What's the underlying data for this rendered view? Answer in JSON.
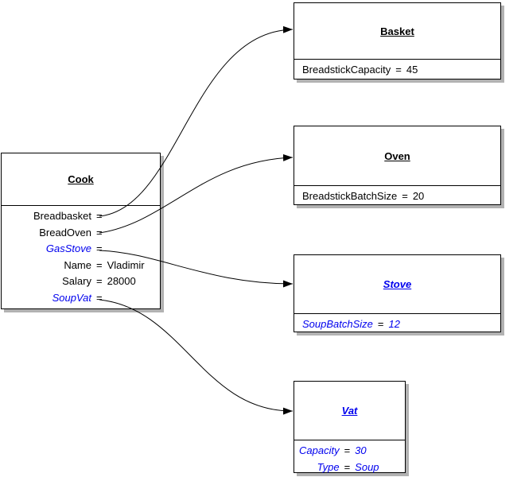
{
  "eq": "=",
  "colors": {
    "reference_blue": "#0000ee",
    "text_black": "#000000",
    "node_background": "#ffffff",
    "node_border": "#000000",
    "shadow_gray": "#b2b2b2",
    "arrow_black": "#000000"
  },
  "nodes": [
    {
      "id": "cook",
      "title": "Cook",
      "ref": false,
      "attributes": [
        {
          "name": "Breadbasket",
          "value": "",
          "ref": false
        },
        {
          "name": "BreadOven",
          "value": "",
          "ref": false
        },
        {
          "name": "GasStove",
          "value": "",
          "ref": true
        },
        {
          "name": "Name",
          "value": "Vladimir",
          "ref": false
        },
        {
          "name": "Salary",
          "value": "28000",
          "ref": false
        },
        {
          "name": "SoupVat",
          "value": "",
          "ref": true
        }
      ]
    },
    {
      "id": "basket",
      "title": "Basket",
      "ref": false,
      "attributes": [
        {
          "name": "BreadstickCapacity",
          "value": "45",
          "ref": false
        }
      ]
    },
    {
      "id": "oven",
      "title": "Oven",
      "ref": false,
      "attributes": [
        {
          "name": "BreadstickBatchSize",
          "value": "20",
          "ref": false
        }
      ]
    },
    {
      "id": "stove",
      "title": "Stove",
      "ref": true,
      "attributes": [
        {
          "name": "SoupBatchSize",
          "value": "12",
          "ref": true
        }
      ]
    },
    {
      "id": "vat",
      "title": "Vat",
      "ref": true,
      "attributes": [
        {
          "name": "Capacity",
          "value": "30",
          "ref": true
        },
        {
          "name": "Type",
          "value": "Soup",
          "ref": true
        }
      ]
    }
  ],
  "edges": [
    {
      "from_node": "Cook",
      "from_attribute": "Breadbasket",
      "to_node": "Basket"
    },
    {
      "from_node": "Cook",
      "from_attribute": "BreadOven",
      "to_node": "Oven"
    },
    {
      "from_node": "Cook",
      "from_attribute": "GasStove",
      "to_node": "Stove"
    },
    {
      "from_node": "Cook",
      "from_attribute": "SoupVat",
      "to_node": "Vat"
    }
  ]
}
